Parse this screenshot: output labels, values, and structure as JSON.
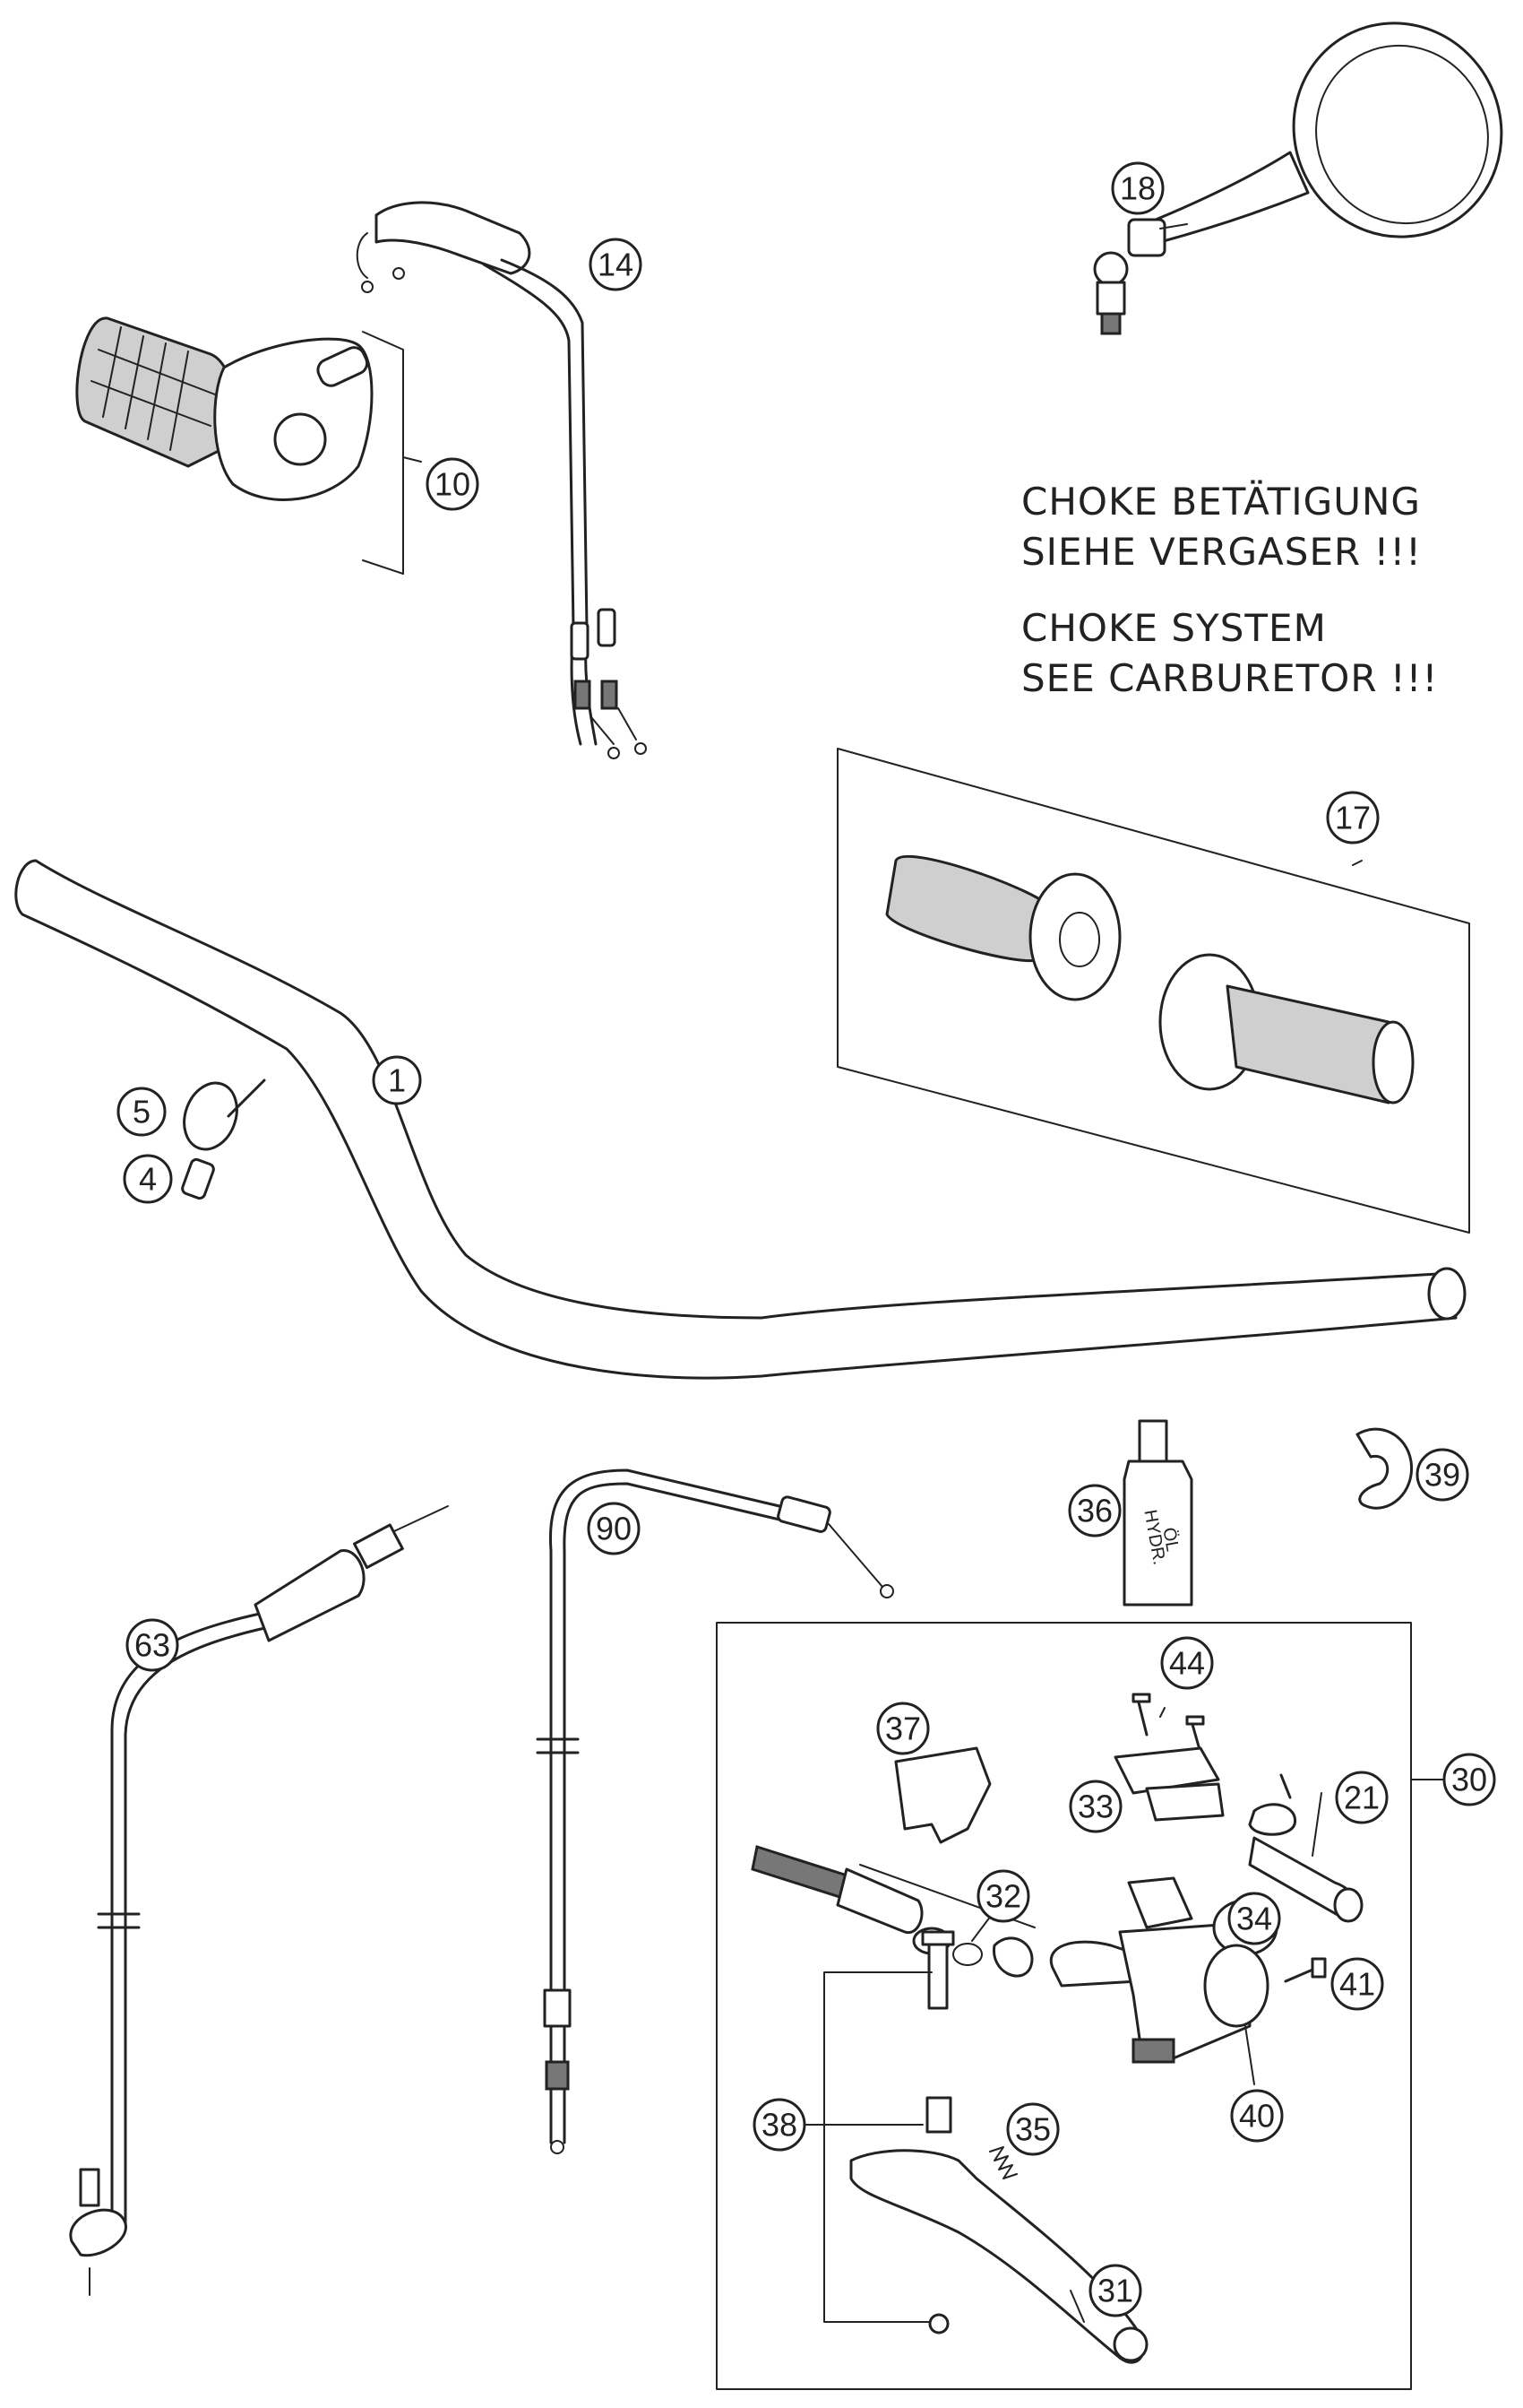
{
  "notes": {
    "de_line1": "CHOKE BETÄTIGUNG",
    "de_line2": "SIEHE VERGASER !!!",
    "en_line1": "CHOKE SYSTEM",
    "en_line2": "SEE CARBURETOR !!!"
  },
  "bottle_label": {
    "line1": "HYDR.",
    "line2": "ÖL"
  },
  "callouts": [
    {
      "id": "c1",
      "label": "1"
    },
    {
      "id": "c4",
      "label": "4"
    },
    {
      "id": "c5",
      "label": "5"
    },
    {
      "id": "c10",
      "label": "10"
    },
    {
      "id": "c14",
      "label": "14"
    },
    {
      "id": "c17",
      "label": "17"
    },
    {
      "id": "c18",
      "label": "18"
    },
    {
      "id": "c21",
      "label": "21"
    },
    {
      "id": "c30",
      "label": "30"
    },
    {
      "id": "c31",
      "label": "31"
    },
    {
      "id": "c32",
      "label": "32"
    },
    {
      "id": "c33",
      "label": "33"
    },
    {
      "id": "c34",
      "label": "34"
    },
    {
      "id": "c35",
      "label": "35"
    },
    {
      "id": "c36",
      "label": "36"
    },
    {
      "id": "c37",
      "label": "37"
    },
    {
      "id": "c38",
      "label": "38"
    },
    {
      "id": "c39",
      "label": "39"
    },
    {
      "id": "c40",
      "label": "40"
    },
    {
      "id": "c41",
      "label": "41"
    },
    {
      "id": "c44",
      "label": "44"
    },
    {
      "id": "c63",
      "label": "63"
    },
    {
      "id": "c90",
      "label": "90"
    }
  ]
}
